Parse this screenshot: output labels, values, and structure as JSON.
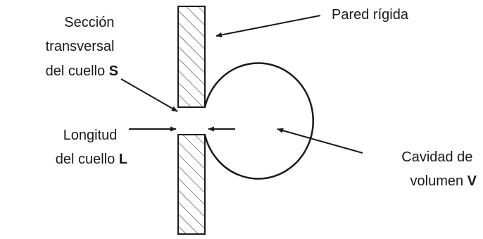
{
  "labels": {
    "wall": "Pared rígida",
    "section": {
      "line1": "Sección",
      "line2": "transversal",
      "line3_text": "del cuello ",
      "line3_symbol": "S"
    },
    "length": {
      "line1": "Longitud",
      "line2_text": "del cuello ",
      "line2_symbol": "L"
    },
    "cavity": {
      "line1": "Cavidad de",
      "line2_text": "volumen ",
      "line2_symbol": "V"
    }
  },
  "colors": {
    "stroke": "#1a1a1a",
    "hatch": "#444444",
    "background": "#ffffff"
  }
}
